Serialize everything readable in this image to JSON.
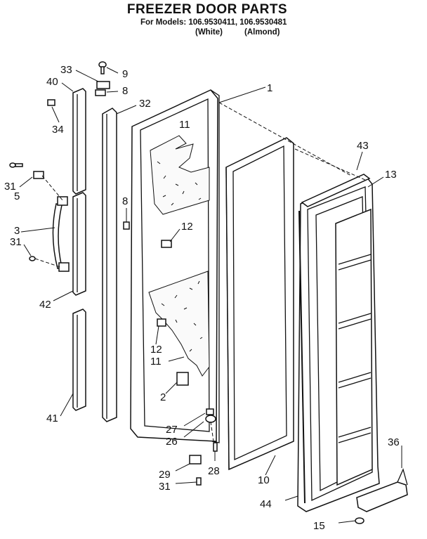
{
  "title": "FREEZER DOOR PARTS",
  "models_line": "For Models: 106.9530411, 106.9530481",
  "color_white": "(White)",
  "color_almond": "(Almond)",
  "callouts": {
    "c1": "1",
    "c2": "2",
    "c3": "3",
    "c5": "5",
    "c8a": "8",
    "c8b": "8",
    "c9": "9",
    "c10": "10",
    "c11a": "11",
    "c11b": "11",
    "c12a": "12",
    "c12b": "12",
    "c13": "13",
    "c15": "15",
    "c26": "26",
    "c27": "27",
    "c28": "28",
    "c29": "29",
    "c31a": "31",
    "c31b": "31",
    "c31c": "31",
    "c32": "32",
    "c33": "33",
    "c34": "34",
    "c36": "36",
    "c40": "40",
    "c41": "41",
    "c42": "42",
    "c43": "43",
    "c44": "44"
  }
}
